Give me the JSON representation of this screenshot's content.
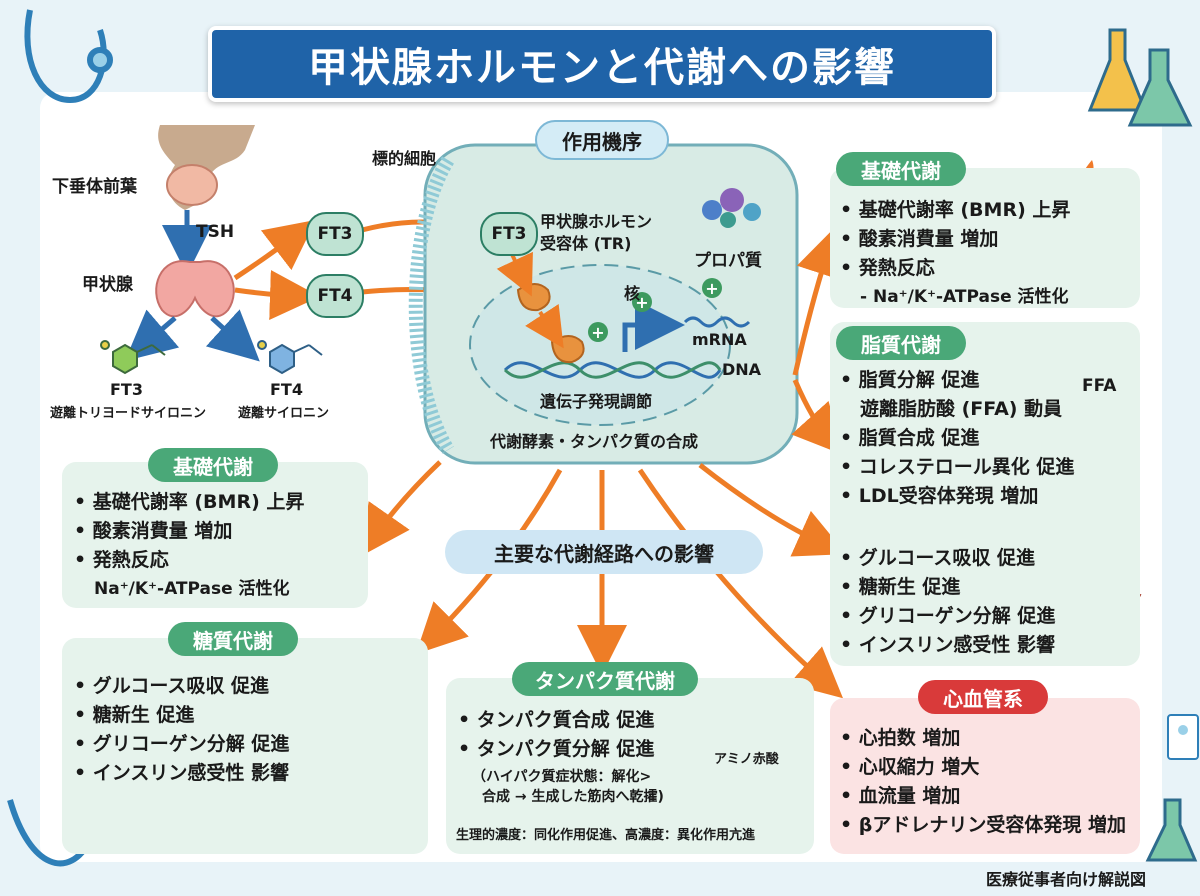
{
  "title": "甲状腺ホルモンと代謝への影響",
  "footer": "医療従事者向け解説図",
  "left": {
    "pituitary": "下垂体前葉",
    "tsh": "TSH",
    "thyroid": "甲状腺",
    "ft3_name": "FT3",
    "ft3_desc": "遊離トリヨードサイロニン",
    "ft4_name": "FT4",
    "ft4_desc": "遊離サイロニン"
  },
  "flow": {
    "ft3": "FT3",
    "ft4": "FT4"
  },
  "cell": {
    "target_cell": "標的細胞",
    "mechanism": "作用機序",
    "ft3": "FT3",
    "receptor_line1": "甲状腺ホルモン",
    "receptor_line2": "受容体 (TR)",
    "protein": "プロパ質",
    "nucleus": "核",
    "mrna": "mRNA",
    "dna": "DNA",
    "gene_regulation": "遺伝子発現調節",
    "synthesis": "代謝酵素・タンパク質の合成"
  },
  "main_label": "主要な代謝経路への影響",
  "right_basal": {
    "header": "基礎代謝",
    "items": [
      "• 基礎代謝率 (BMR) 上昇",
      "• 酸素消費量 増加",
      "• 発熱反応",
      "- Na⁺/K⁺-ATPase 活性化"
    ]
  },
  "right_lipid": {
    "header": "脂質代謝",
    "ffa": "FFA",
    "items": [
      "• 脂質分解 促進",
      "遊離脂肪酸 (FFA) 動員",
      "• 脂質合成 促進",
      "• コレステロール異化 促進",
      "• LDL受容体発現 増加"
    ],
    "items2": [
      "• グルコース吸収 促進",
      "• 糖新生 促進",
      "• グリコーゲン分解 促進",
      "• インスリン感受性 影響"
    ]
  },
  "left_basal": {
    "header": "基礎代謝",
    "items": [
      "• 基礎代謝率 (BMR) 上昇",
      "• 酸素消費量 増加",
      "• 発熱反応",
      "Na⁺/K⁺-ATPase 活性化"
    ]
  },
  "carb": {
    "header": "糖質代謝",
    "items": [
      "• グルコース吸収 促進",
      "• 糖新生 促進",
      "• グリコーゲン分解 促進",
      "• インスリン感受性 影響"
    ]
  },
  "protein_met": {
    "header": "タンパク質代謝",
    "items": [
      "• タンパク質合成 促進",
      "• タンパク質分解 促進"
    ],
    "note1": "（ハイパク質症状態：解化>",
    "note2": "合成 → 生成した筋肉へ乾攉)",
    "amino": "アミノ赤酸",
    "footnote": "生理的濃度：同化作用促進、高濃度：異化作用亢進"
  },
  "cardio": {
    "header": "心血管系",
    "items": [
      "• 心拍数 増加",
      "• 心収縮力 増大",
      "• 血流量 増加",
      "• βアドレナリン受容体発現 増加"
    ]
  },
  "colors": {
    "banner": "#1f63a8",
    "arrow": "#ee7d26",
    "green_header": "#4aa878",
    "red_header": "#d93a3a",
    "blue_arrow": "#2f6fb0"
  }
}
